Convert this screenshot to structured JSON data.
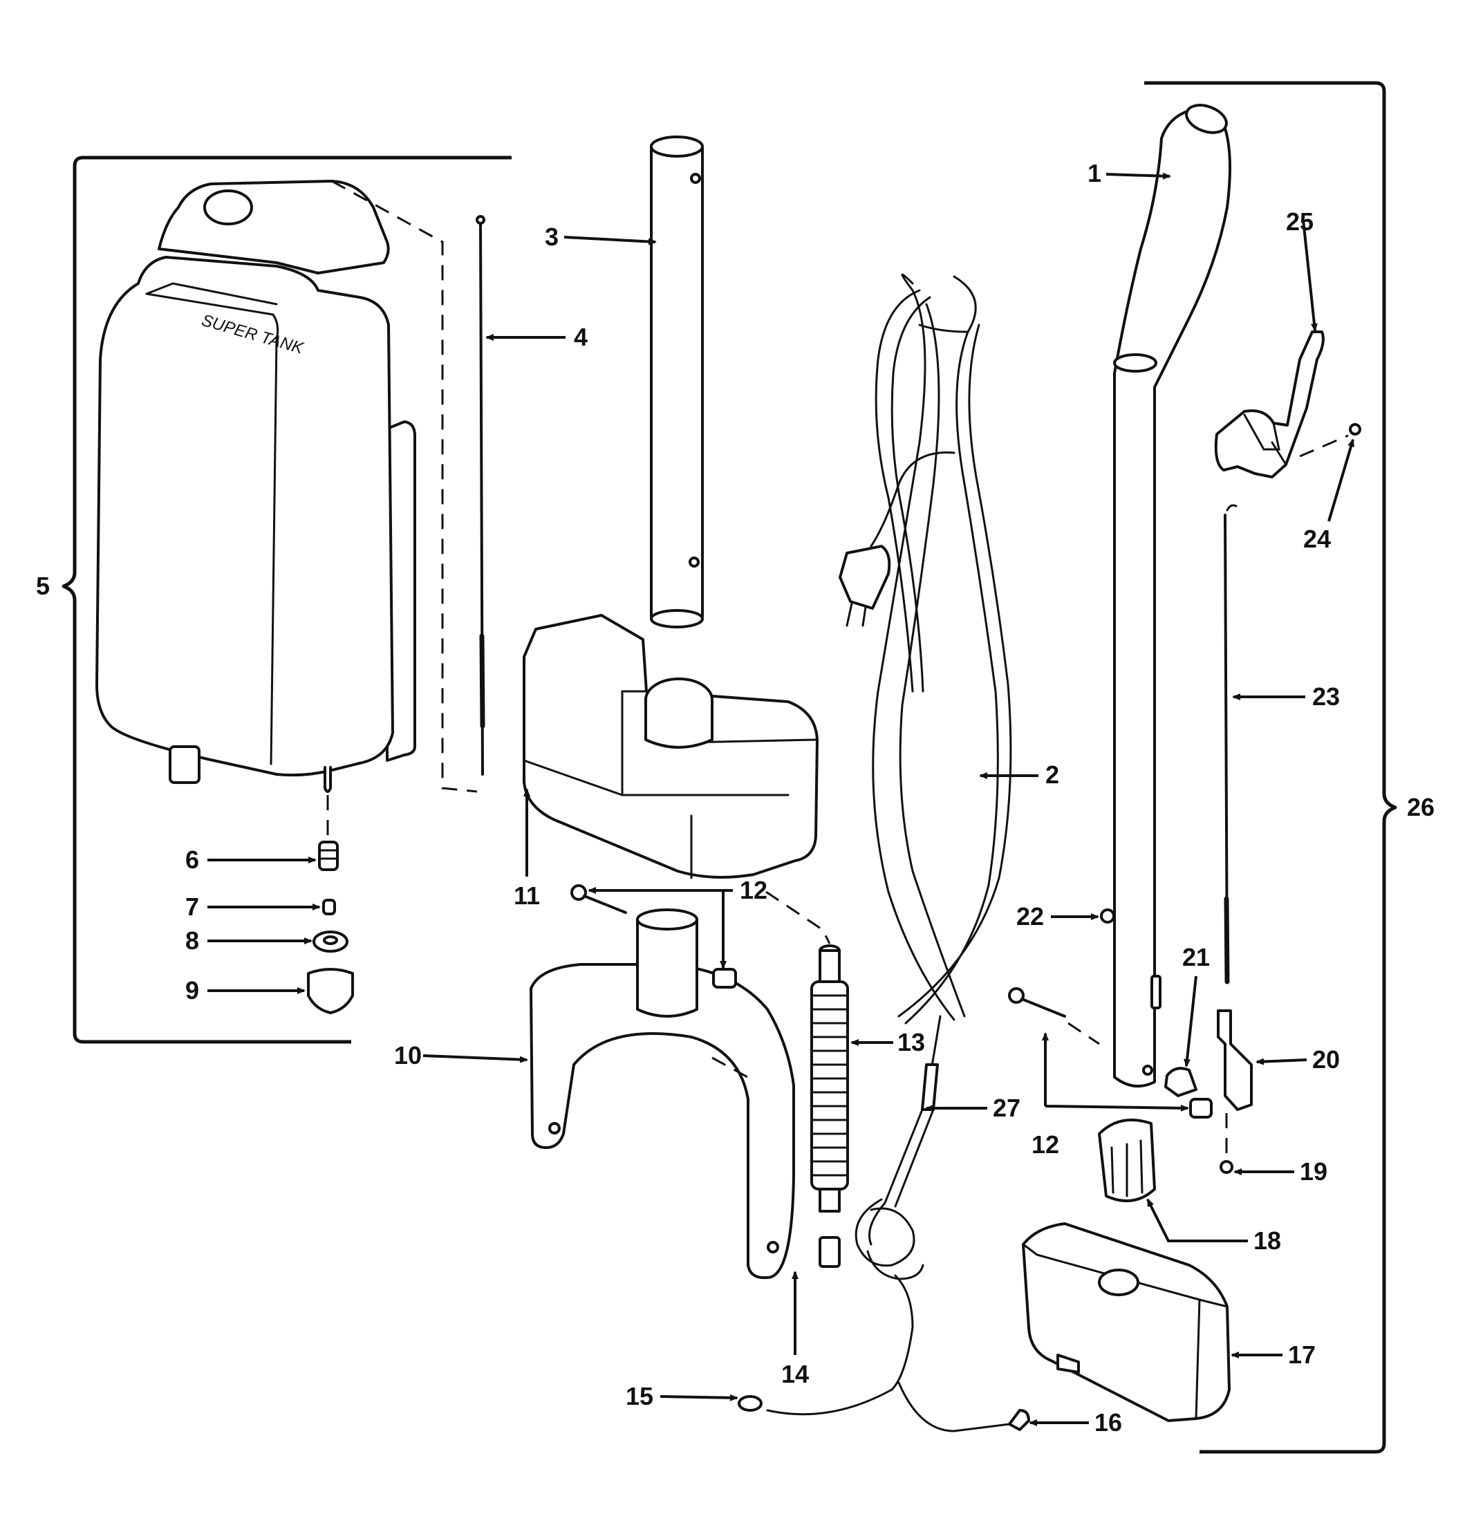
{
  "tank_label": "SUPER TANK",
  "callouts": [
    {
      "id": "c1",
      "number": "1"
    },
    {
      "id": "c2",
      "number": "2"
    },
    {
      "id": "c3",
      "number": "3"
    },
    {
      "id": "c4",
      "number": "4"
    },
    {
      "id": "c5",
      "number": "5"
    },
    {
      "id": "c6",
      "number": "6"
    },
    {
      "id": "c7",
      "number": "7"
    },
    {
      "id": "c8",
      "number": "8"
    },
    {
      "id": "c9",
      "number": "9"
    },
    {
      "id": "c10",
      "number": "10"
    },
    {
      "id": "c11",
      "number": "11"
    },
    {
      "id": "c12a",
      "number": "12"
    },
    {
      "id": "c12b",
      "number": "12"
    },
    {
      "id": "c13",
      "number": "13"
    },
    {
      "id": "c14",
      "number": "14"
    },
    {
      "id": "c15",
      "number": "15"
    },
    {
      "id": "c16",
      "number": "16"
    },
    {
      "id": "c17",
      "number": "17"
    },
    {
      "id": "c18",
      "number": "18"
    },
    {
      "id": "c19",
      "number": "19"
    },
    {
      "id": "c20",
      "number": "20"
    },
    {
      "id": "c21",
      "number": "21"
    },
    {
      "id": "c22",
      "number": "22"
    },
    {
      "id": "c23",
      "number": "23"
    },
    {
      "id": "c24",
      "number": "24"
    },
    {
      "id": "c25",
      "number": "25"
    },
    {
      "id": "c26",
      "number": "26"
    },
    {
      "id": "c27",
      "number": "27"
    }
  ]
}
